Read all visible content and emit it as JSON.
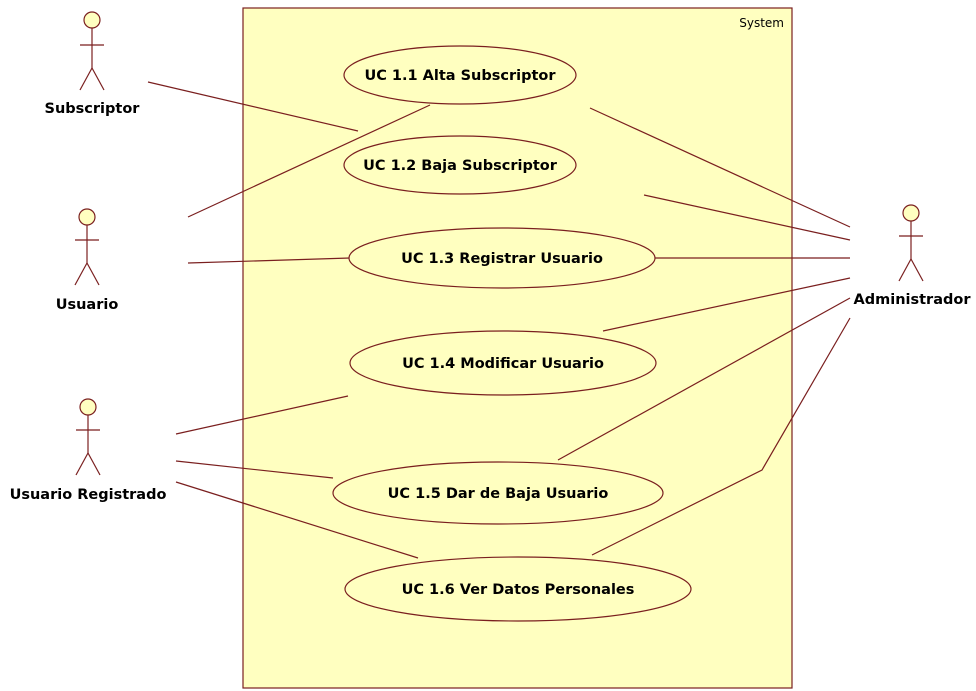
{
  "system": {
    "label": "System"
  },
  "actors": [
    {
      "id": "subscriptor",
      "name": "Subscriptor"
    },
    {
      "id": "usuario",
      "name": "Usuario"
    },
    {
      "id": "usuario-registrado",
      "name": "Usuario Registrado"
    },
    {
      "id": "administrador",
      "name": "Administrador"
    }
  ],
  "use_cases": [
    {
      "id": "uc11",
      "label": "UC 1.1 Alta Subscriptor"
    },
    {
      "id": "uc12",
      "label": "UC 1.2 Baja Subscriptor"
    },
    {
      "id": "uc13",
      "label": "UC 1.3 Registrar Usuario"
    },
    {
      "id": "uc14",
      "label": "UC 1.4 Modificar Usuario"
    },
    {
      "id": "uc15",
      "label": "UC 1.5 Dar de Baja Usuario"
    },
    {
      "id": "uc16",
      "label": "UC 1.6 Ver Datos Personales"
    }
  ],
  "colors": {
    "system_fill": "#ffffc0",
    "system_stroke": "#7a1f1f",
    "element_stroke": "#7a1f1f",
    "ellipse_fill": "#ffffc0",
    "actor_fill": "#ffffc0"
  }
}
